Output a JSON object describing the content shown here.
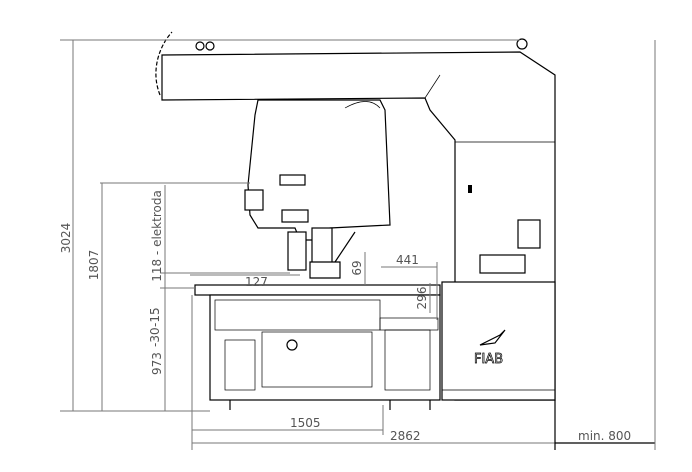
{
  "drawing": {
    "dimensions": {
      "total_height": "3024",
      "electrode_height": "1807",
      "electrode_stroke": "118 - elektroda",
      "table_height": "973 -30 -15",
      "table_height_value": "973",
      "table_height_tolerance_upper": "-30",
      "table_height_tolerance_lower": "-15",
      "offset_127": "127",
      "offset_69": "69",
      "offset_441": "441",
      "offset_296": "296",
      "table_width": "1505",
      "total_width": "2862",
      "clearance": "min. 800"
    },
    "logo_text": "FIAB"
  }
}
